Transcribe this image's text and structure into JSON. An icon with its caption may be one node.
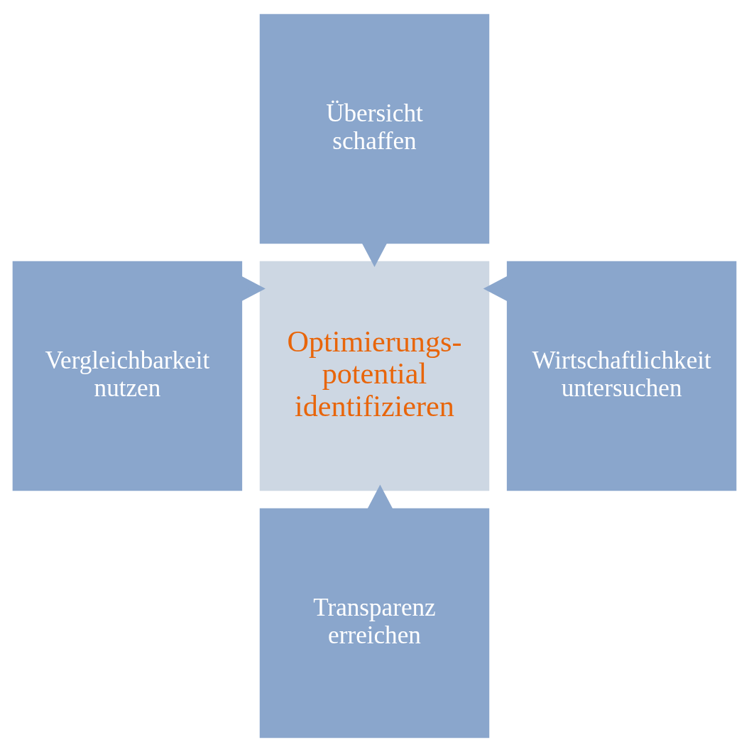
{
  "diagram": {
    "nodes": [
      {
        "text": [
          "Übersicht schaffen"
        ]
      },
      {
        "text": [
          "Vergleichbarkeit nutzen"
        ]
      },
      {
        "text": [
          "Optimierungs- potential identifizieren"
        ]
      },
      {
        "text": [
          "Wirtschaftlichkeit untersuchen"
        ]
      },
      {
        "text": [
          "Transparenz erreichen"
        ]
      }
    ],
    "edges": [
      {
        "from": 0,
        "to": 2,
        "arrow": "to"
      },
      {
        "from": 1,
        "to": 2,
        "arrow": "to"
      },
      {
        "from": 3,
        "to": 2,
        "arrow": "to"
      },
      {
        "from": 4,
        "to": 2,
        "arrow": "to"
      }
    ]
  }
}
